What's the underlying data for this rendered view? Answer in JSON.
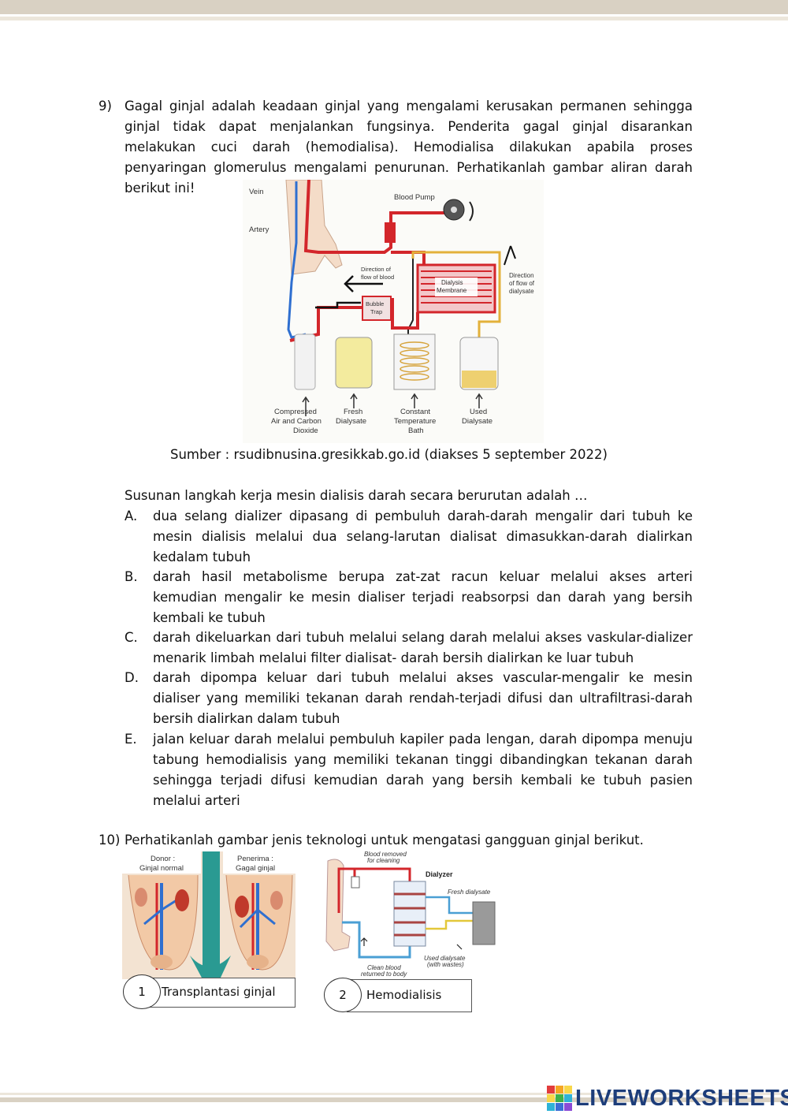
{
  "q9": {
    "number": "9)",
    "paragraph": "Gagal ginjal adalah keadaan ginjal yang mengalami kerusakan permanen sehingga ginjal tidak dapat menjalankan fungsinya. Penderita gagal ginjal disarankan melakukan cuci darah (hemodialisa). Hemodialisa dilakukan apabila proses penyaringan glomerulus mengalami penurunan. Perhatikanlah gambar aliran darah berikut ini!",
    "figure_labels": {
      "vein": "Vein",
      "artery": "Artery",
      "blood_pump": "Blood Pump",
      "direction_blood_1": "Direction of",
      "direction_blood_2": "flow of blood",
      "dialysis_1": "Dialysis",
      "dialysis_2": "Membrane",
      "direction_dialysate_1": "Direction",
      "direction_dialysate_2": "of flow of",
      "direction_dialysate_3": "dialysate",
      "bubble_1": "Bubble",
      "bubble_2": "Trap",
      "compressed_1": "Compressed",
      "compressed_2": "Air and Carbon",
      "compressed_3": "Dioxide",
      "fresh_1": "Fresh",
      "fresh_2": "Dialysate",
      "constant_1": "Constant",
      "constant_2": "Temperature",
      "constant_3": "Bath",
      "used_1": "Used",
      "used_2": "Dialysate"
    },
    "source": "Sumber : rsudibnusina.gresikkab.go.id (diakses 5 september 2022)",
    "prompt": "Susunan langkah kerja mesin dialisis darah secara berurutan adalah …",
    "options": [
      {
        "letter": "A.",
        "text": "dua selang dializer dipasang di pembuluh darah-darah mengalir dari tubuh ke mesin dialisis melalui dua selang-larutan dialisat dimasukkan-darah dialirkan kedalam tubuh"
      },
      {
        "letter": "B.",
        "text": "darah hasil metabolisme berupa zat-zat racun keluar melalui akses arteri kemudian mengalir ke mesin dialiser terjadi reabsorpsi dan darah yang bersih kembali ke tubuh"
      },
      {
        "letter": "C.",
        "text": "darah dikeluarkan dari tubuh melalui selang darah melalui akses vaskular-dializer menarik limbah melalui filter dialisat- darah bersih dialirkan ke luar tubuh"
      },
      {
        "letter": "D.",
        "text": "darah dipompa keluar dari tubuh melalui akses vascular-mengalir ke mesin dialiser yang memiliki tekanan darah rendah-terjadi difusi dan ultrafiltrasi-darah bersih dialirkan dalam tubuh"
      },
      {
        "letter": "E.",
        "text": "jalan keluar darah melalui pembuluh kapiler pada lengan, darah dipompa menuju tabung hemodialisis yang memiliki tekanan tinggi dibandingkan tekanan darah sehingga terjadi difusi kemudian darah yang bersih kembali ke tubuh pasien melalui arteri"
      }
    ]
  },
  "q10": {
    "number": "10)",
    "prompt": "Perhatikanlah gambar jenis teknologi untuk mengatasi gangguan ginjal berikut.",
    "img1": {
      "donor_1": "Donor :",
      "donor_2": "Ginjal normal",
      "recipient_1": "Penerima :",
      "recipient_2": "Gagal ginjal",
      "num": "1",
      "caption": "Transplantasi ginjal"
    },
    "img2": {
      "removed_1": "Blood removed",
      "removed_2": "for cleaning",
      "dialyzer": "Dialyzer",
      "fresh": "Fresh dialysate",
      "used_1": "Used dialysate",
      "used_2": "(with wastes)",
      "clean_1": "Clean blood",
      "clean_2": "returned to body",
      "num": "2",
      "caption": "Hemodialisis"
    }
  },
  "footer": {
    "brand": "LIVEWORKSHEETS"
  },
  "colors": {
    "blood": "#d3262b",
    "vein": "#2f6fd0",
    "dialysate": "#e3b13a",
    "brand": "#1d3d7a"
  }
}
